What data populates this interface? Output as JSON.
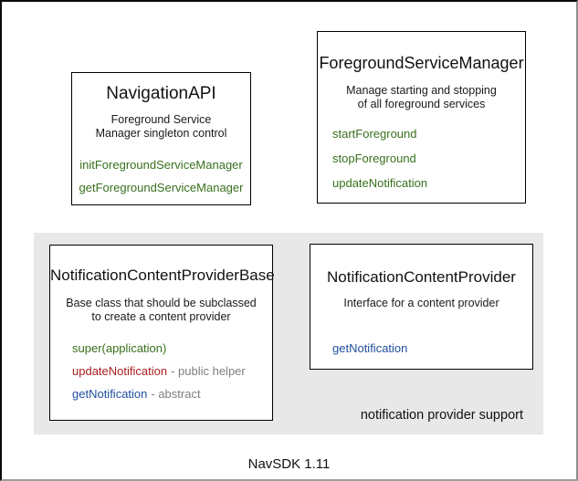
{
  "colors": {
    "method_green": "#38701d",
    "method_red": "#a81e1e",
    "method_blue": "#1f4e9c",
    "annotation_gray": "#7e7e7e",
    "group_bg": "#e8e8e8",
    "box_border": "#000000"
  },
  "footer": {
    "label": "NavSDK 1.11"
  },
  "group": {
    "label": "notification provider support"
  },
  "boxes": {
    "navigation_api": {
      "title": "NavigationAPI",
      "description": [
        "Foreground Service",
        "Manager singleton control"
      ],
      "methods": [
        {
          "name": "initForegroundServiceManager"
        },
        {
          "name": "getForegroundServiceManager"
        }
      ]
    },
    "foreground_service_manager": {
      "title": "ForegroundServiceManager",
      "description": [
        "Manage starting and stopping",
        "of all foreground services"
      ],
      "methods": [
        {
          "name": "startForeground"
        },
        {
          "name": "stopForeground"
        },
        {
          "name": "updateNotification"
        }
      ]
    },
    "notification_content_provider_base": {
      "title": "NotificationContentProviderBase",
      "description": [
        "Base class that should be subclassed",
        "to create a content provider"
      ],
      "methods": [
        {
          "name": "super(application)"
        },
        {
          "name": "updateNotification",
          "annotation": "- public helper"
        },
        {
          "name": "getNotification",
          "annotation": "- abstract"
        }
      ]
    },
    "notification_content_provider": {
      "title": "NotificationContentProvider",
      "description": [
        "Interface for a content provider"
      ],
      "methods": [
        {
          "name": "getNotification"
        }
      ]
    }
  }
}
